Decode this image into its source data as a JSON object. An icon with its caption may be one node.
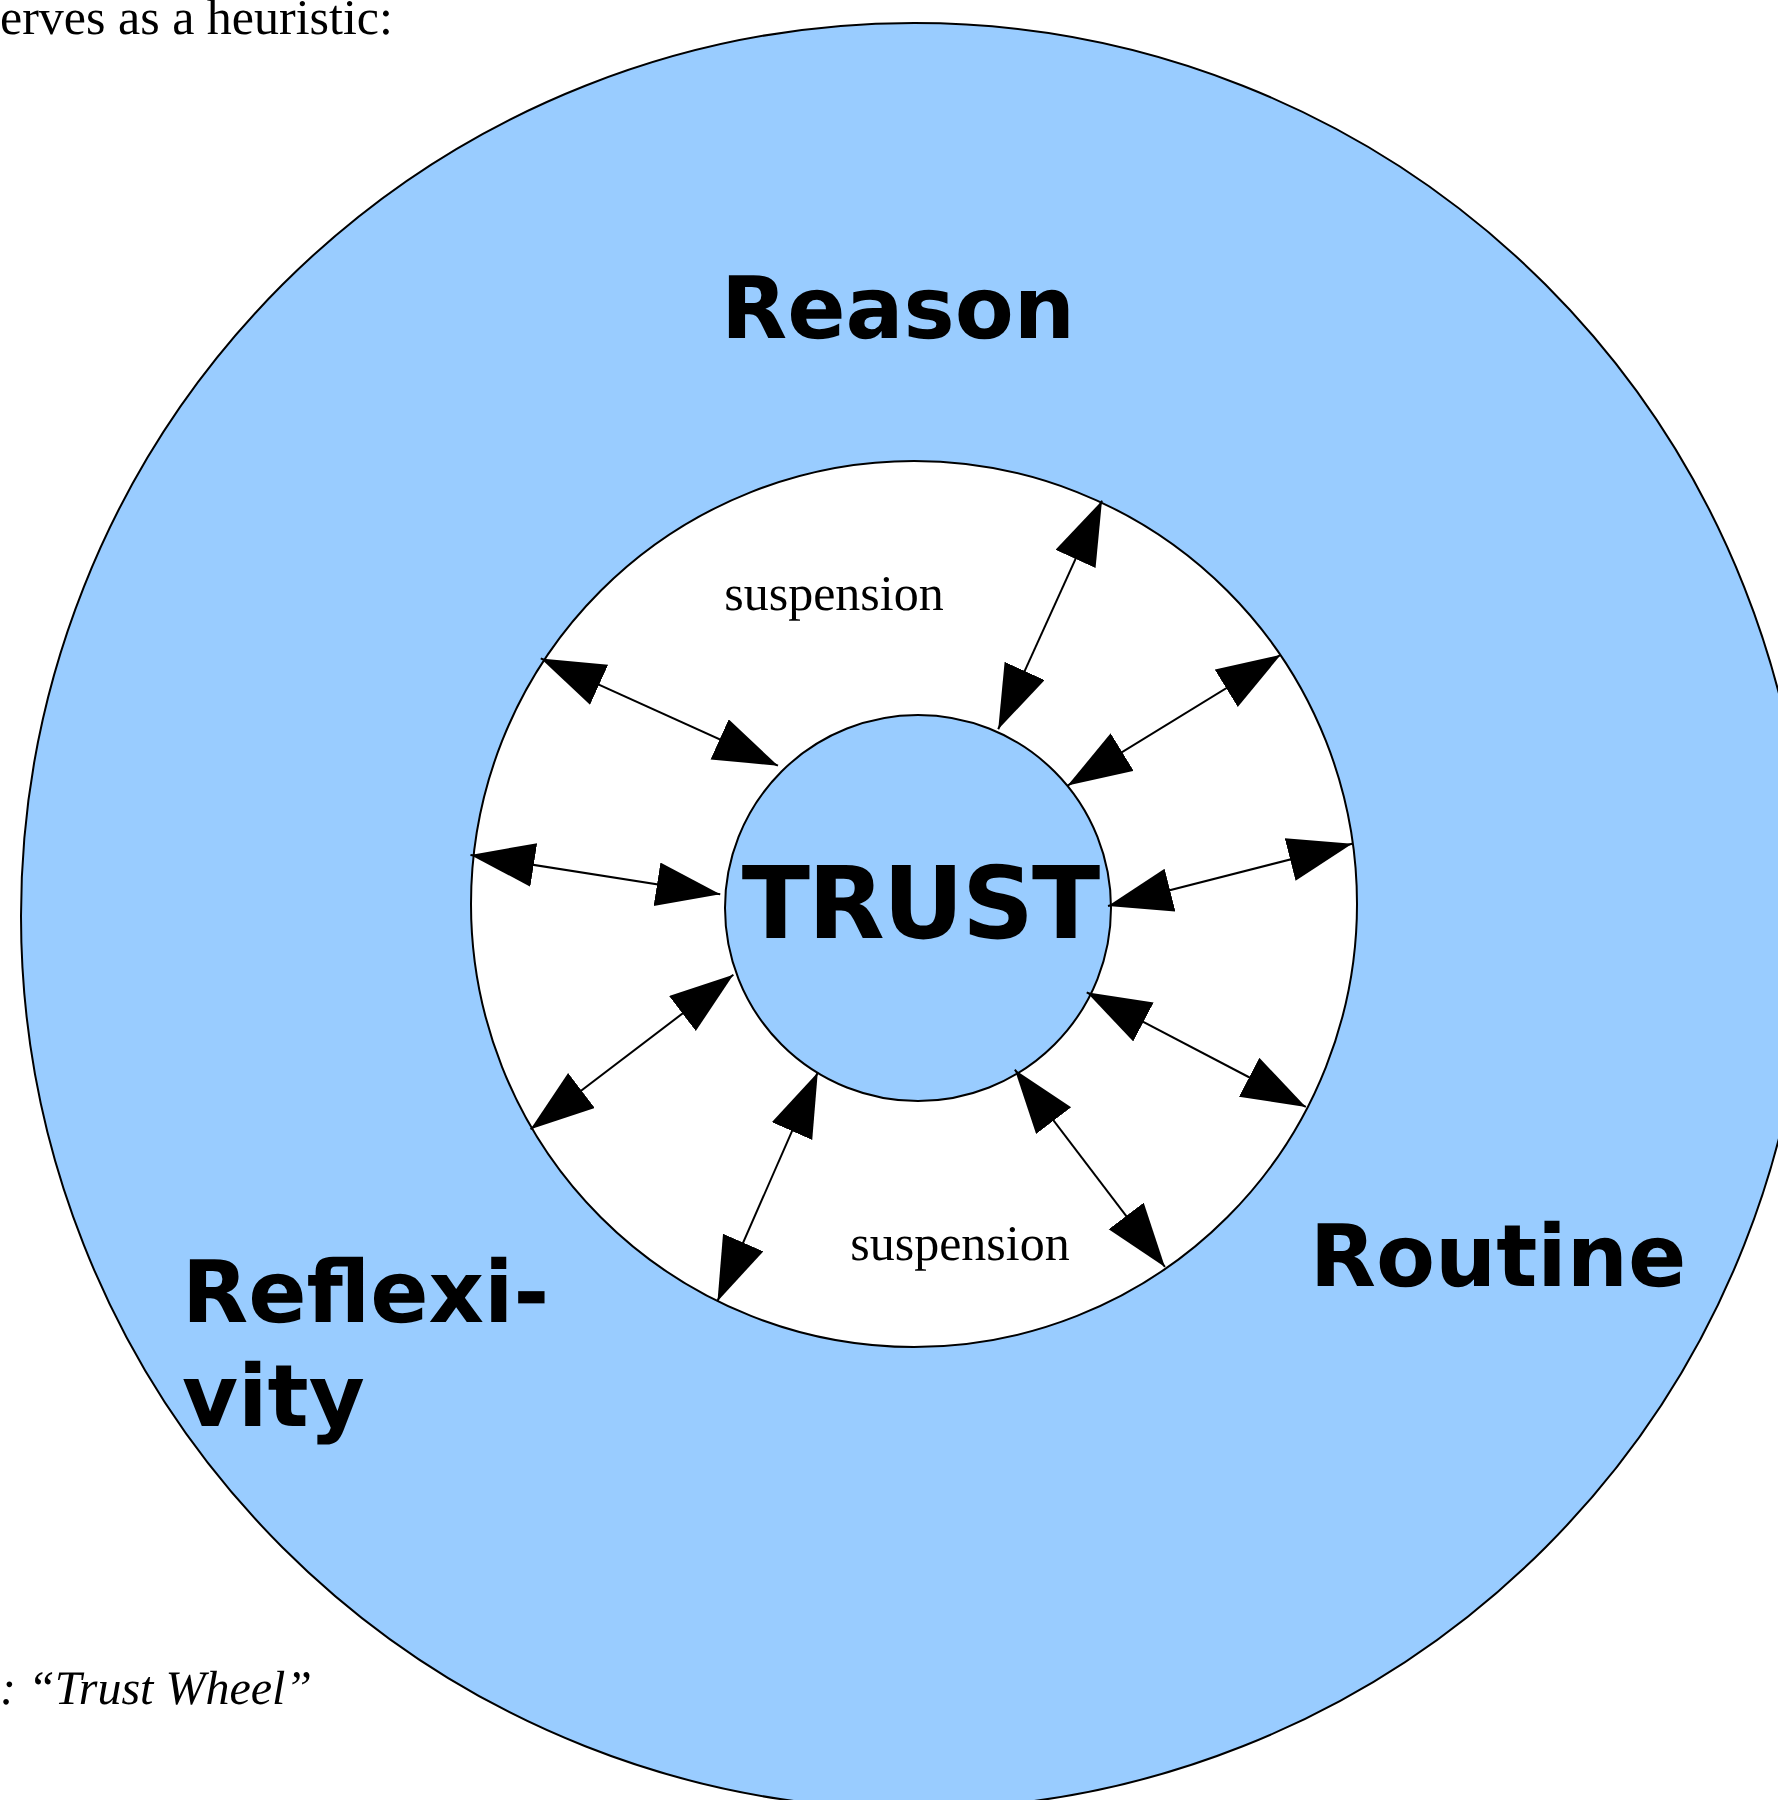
{
  "diagram": {
    "caption": ": “Trust Wheel”",
    "nodes": [
      {
        "text": [
          "Reason",
          "Routine",
          "Reflexi- vity"
        ]
      },
      {
        "text": [
          "suspension",
          "suspension"
        ],
        "in": 0
      },
      {
        "text": [
          "TRUST"
        ],
        "in": 1
      }
    ],
    "edges": [
      {
        "from": 2,
        "to": 1,
        "arrow": "both"
      },
      {
        "from": 2,
        "to": 1,
        "arrow": "both"
      },
      {
        "from": 2,
        "to": 1,
        "arrow": "both"
      },
      {
        "from": 2,
        "to": 1,
        "arrow": "both"
      },
      {
        "from": 2,
        "to": 1,
        "arrow": "both"
      },
      {
        "from": 2,
        "to": 1,
        "arrow": "both"
      },
      {
        "from": 2,
        "to": 1,
        "arrow": "both"
      },
      {
        "from": 2,
        "to": 1,
        "arrow": "both"
      },
      {
        "from": 2,
        "to": 1,
        "arrow": "both"
      }
    ],
    "labels": [
      "erves as a heuristic:"
    ]
  }
}
